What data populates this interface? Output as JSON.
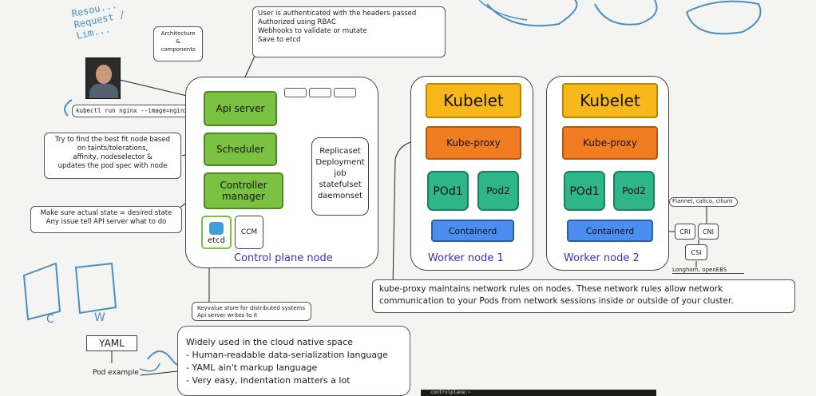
{
  "top_left_scribble": "Resou... Request / Lim...",
  "architecture_note": [
    "Architecture",
    "&",
    "components"
  ],
  "auth_note": [
    "User is authenticated with the headers passed",
    "Authorized using RBAC",
    "Webhooks to validate or mutate",
    "Save to etcd"
  ],
  "kubectl_cmd": "kubectl run nginx --image=nginx",
  "scheduler_note": [
    "Try to find the best fit node based",
    "on taints/tolerations,",
    "affinity, nodeselector &",
    "updates the pod spec with node"
  ],
  "controller_note": [
    "Make sure actual state = desired state",
    "Any issue tell API server what to do"
  ],
  "control_plane": {
    "api_server": "Api server",
    "scheduler": "Scheduler",
    "controller_manager": [
      "Controller",
      "manager"
    ],
    "etcd": "etcd",
    "ccm": "CCM",
    "label": "Control plane node"
  },
  "controllers_list": [
    "Replicaset",
    "Deployment",
    "job",
    "statefulset",
    "daemonset"
  ],
  "worker1": {
    "kubelet": "Kubelet",
    "kube_proxy": "Kube-proxy",
    "pod1": "POd1",
    "pod2": "Pod2",
    "runtime": "Containerd",
    "label": "Worker node 1"
  },
  "worker2": {
    "kubelet": "Kubelet",
    "kube_proxy": "Kube-proxy",
    "pod1": "POd1",
    "pod2": "Pod2",
    "runtime": "Containerd",
    "label": "Worker node 2"
  },
  "cni_note": "Flannel, calico, cilium",
  "cri": "CRI",
  "cni": "CNI",
  "csi": "CSI",
  "csi_note": "Longhorn, openEBS",
  "kube_proxy_note": [
    "kube-proxy maintains network rules on nodes. These network rules allow network",
    "communication to your Pods from network sessions inside or outside of your cluster."
  ],
  "etcd_note": [
    "Keyvalue store for distributed systems",
    "Api server writes to it"
  ],
  "yaml_label": "YAML",
  "pod_example": "Pod example",
  "yaml_note": [
    "Widely used in the cloud native space",
    "- Human-readable data-serialization language",
    "- YAML ain't markup language",
    "- Very easy, indentation matters a lot"
  ],
  "scribble_c": "C",
  "scribble_w": "W",
  "terminal_text": "controlplane:~"
}
